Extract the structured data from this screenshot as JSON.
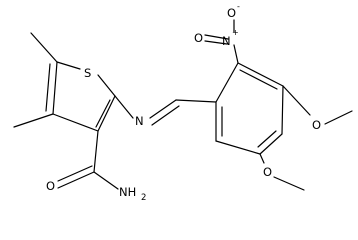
{
  "molecule": {
    "atoms": {
      "S": "S",
      "N_imine": "N",
      "N_nitro": "N",
      "N_nitro_charge": "+",
      "O_nitro_top": "O",
      "O_nitro_top_charge": "-",
      "O_nitro_bottom": "O",
      "O_carbonyl": "O",
      "NH2": "NH",
      "NH2_sub": "2",
      "O_methoxy_4": "O",
      "O_methoxy_5": "O"
    }
  }
}
